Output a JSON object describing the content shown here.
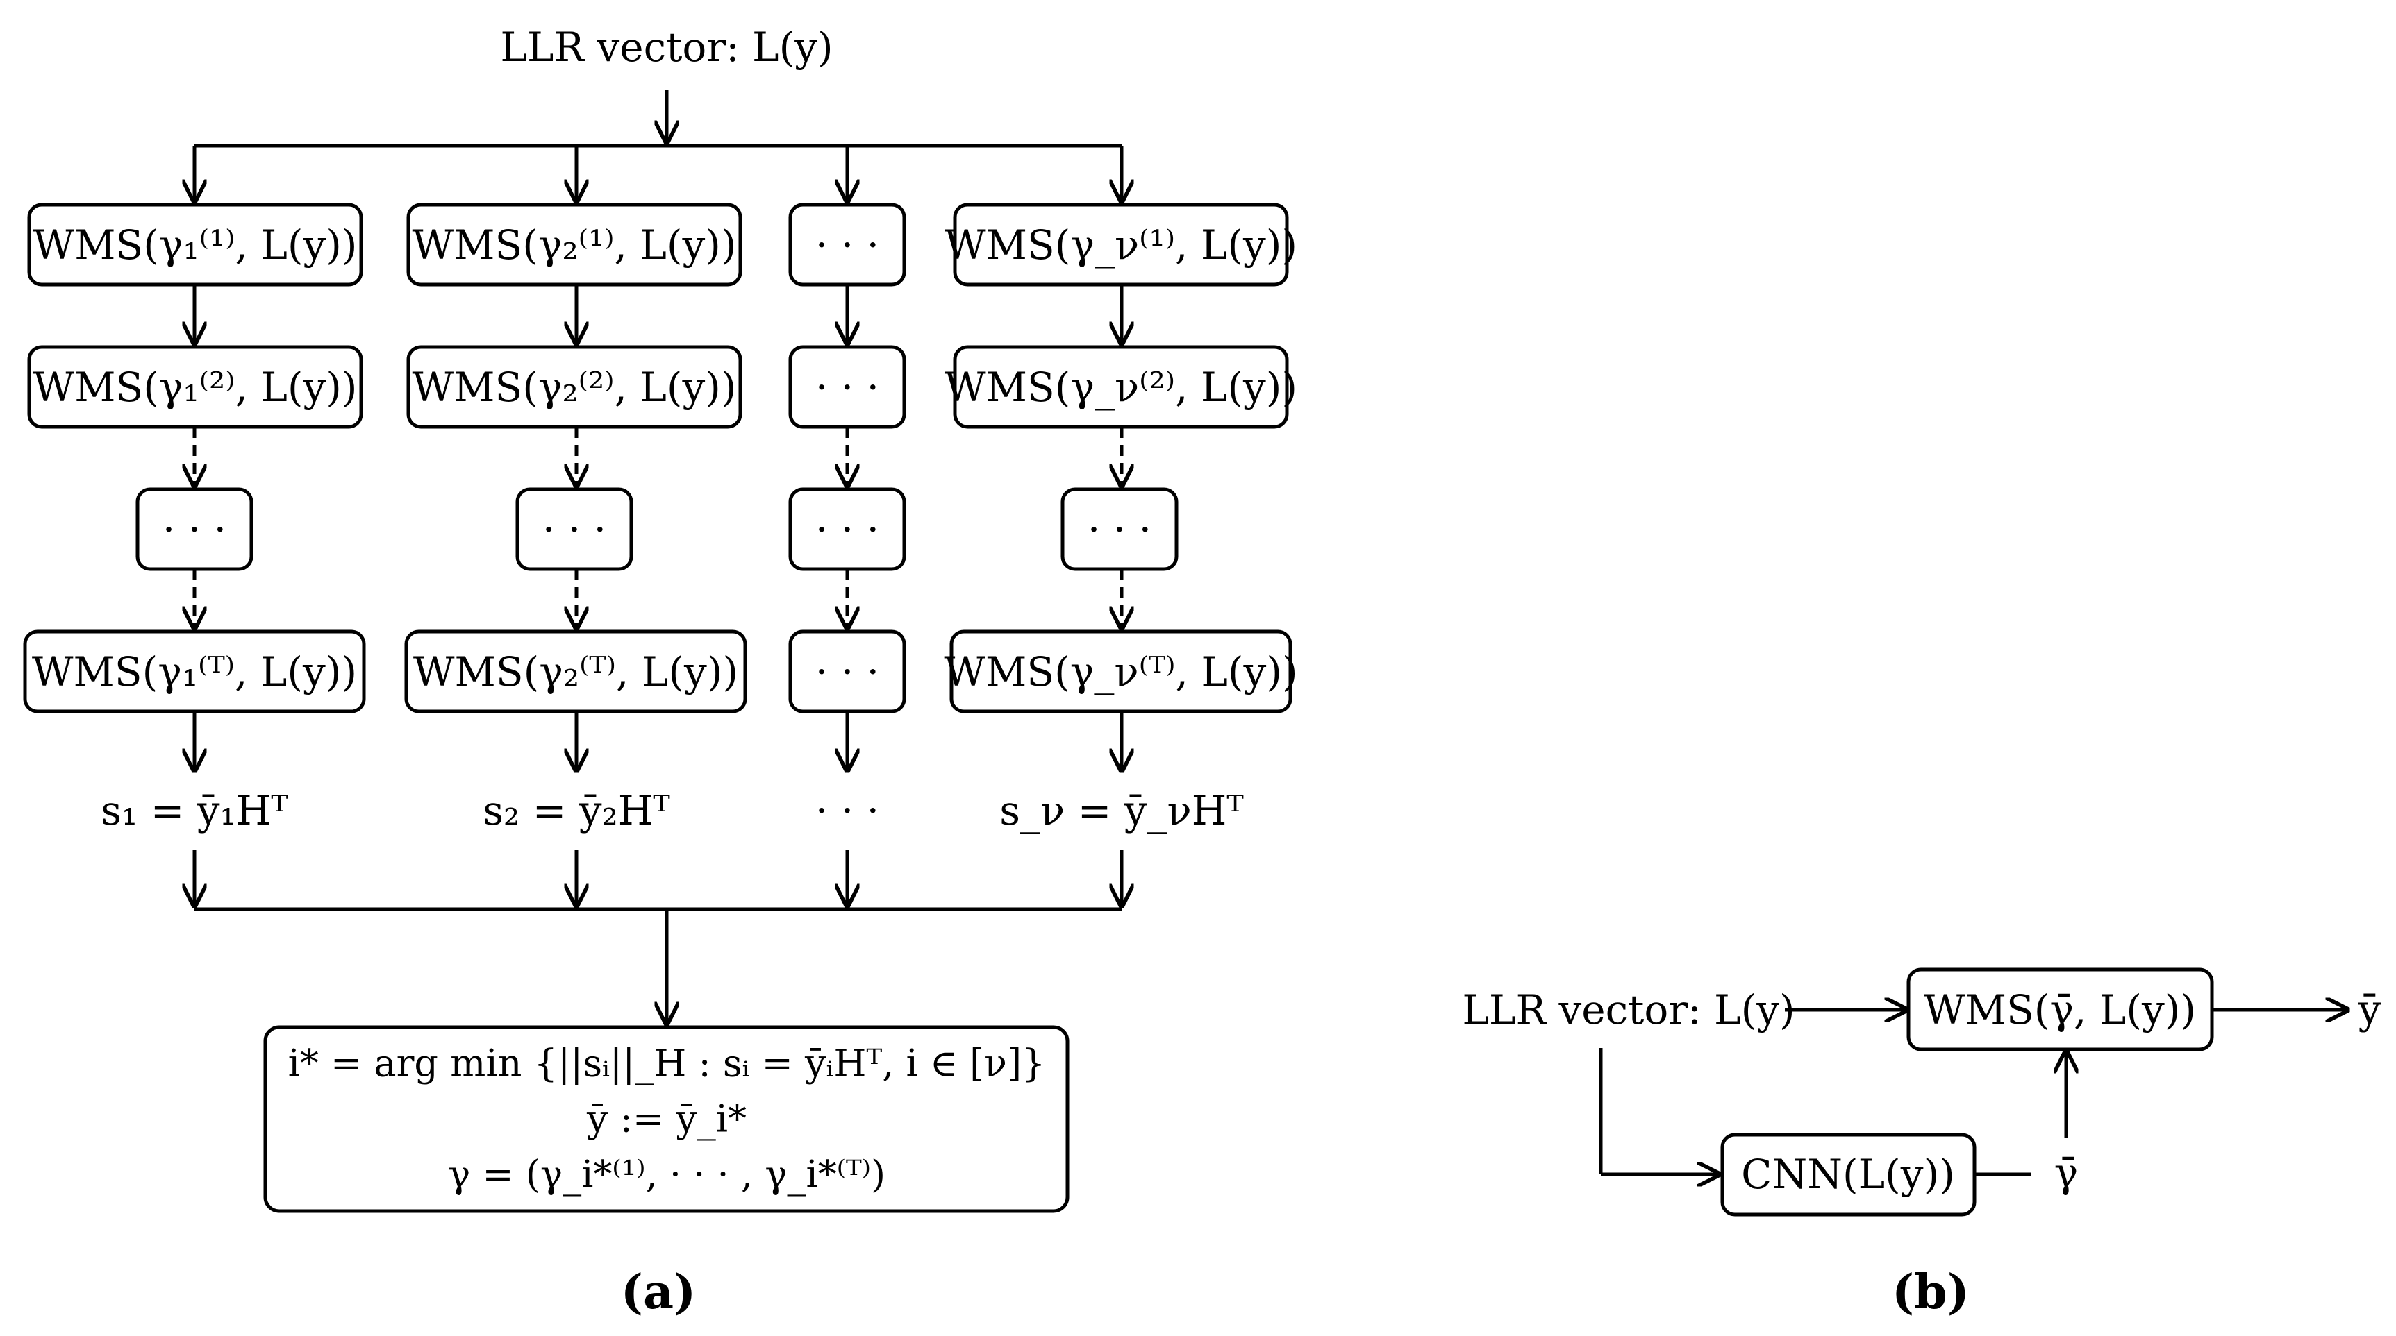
{
  "panel_a": {
    "top_input": "LLR vector: L(y)",
    "column_1": {
      "iter_1": "WMS(γ₁⁽¹⁾, L(y))",
      "iter_2": "WMS(γ₁⁽²⁾, L(y))",
      "ellipsis": "· · ·",
      "iter_T": "WMS(γ₁⁽ᵀ⁾, L(y))",
      "syndrome": "s₁ = ȳ₁Hᵀ"
    },
    "column_2": {
      "iter_1": "WMS(γ₂⁽¹⁾, L(y))",
      "iter_2": "WMS(γ₂⁽²⁾, L(y))",
      "ellipsis": "· · ·",
      "iter_T": "WMS(γ₂⁽ᵀ⁾, L(y))",
      "syndrome": "s₂ = ȳ₂Hᵀ"
    },
    "column_3": {
      "iter_1": "· · ·",
      "iter_2": "· · ·",
      "ellipsis": "· · ·",
      "iter_T": "· · ·",
      "syndrome": "· · ·"
    },
    "column_4": {
      "iter_1": "WMS(γ_ν⁽¹⁾, L(y))",
      "iter_2": "WMS(γ_ν⁽²⁾, L(y))",
      "ellipsis": "· · ·",
      "iter_T": "WMS(γ_ν⁽ᵀ⁾, L(y))",
      "syndrome": "s_ν = ȳ_νHᵀ"
    },
    "selection": {
      "line_1": "i* = arg min {||sᵢ||_H : sᵢ = ȳᵢHᵀ, i ∈ [ν]}",
      "line_2": "ȳ := ȳ_i*",
      "line_3": "γ = (γ_i*⁽¹⁾, · · · , γ_i*⁽ᵀ⁾)"
    },
    "caption": "(a)"
  },
  "panel_b": {
    "input": "LLR vector: L(y)",
    "wms_box": "WMS(γ̄, L(y))",
    "output": "ȳ",
    "cnn_box": "CNN(L(y))",
    "gamma_bar": "γ̄",
    "caption": "(b)"
  }
}
